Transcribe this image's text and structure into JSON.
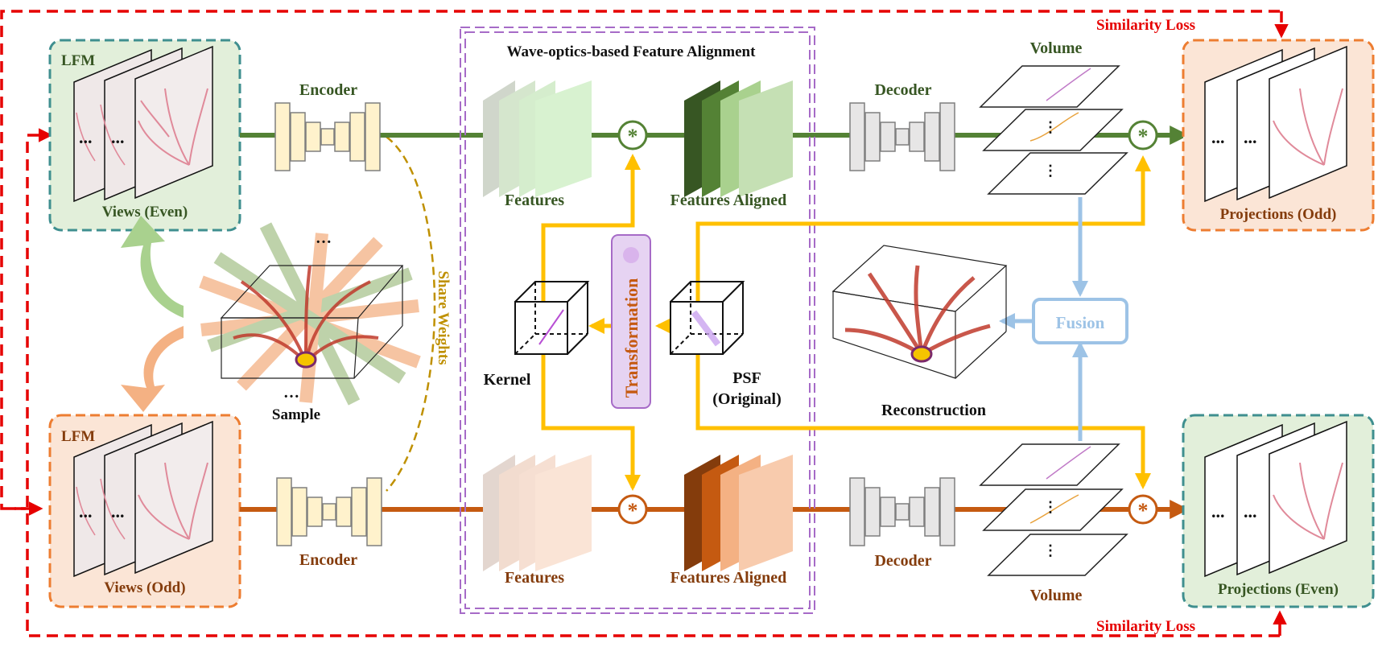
{
  "labels": {
    "similarity_loss_top": "Similarity Loss",
    "similarity_loss_bottom": "Similarity Loss",
    "lfm_top": "LFM",
    "lfm_bottom": "LFM",
    "views_even": "Views (Even)",
    "views_odd": "Views (Odd)",
    "encoder_top": "Encoder",
    "encoder_bottom": "Encoder",
    "alignment_title": "Wave-optics-based Feature Alignment",
    "features_top": "Features",
    "features_bottom": "Features",
    "features_aligned_top": "Features Aligned",
    "features_aligned_bottom": "Features Aligned",
    "decoder_top": "Decoder",
    "decoder_bottom": "Decoder",
    "volume_top": "Volume",
    "volume_bottom": "Volume",
    "projections_odd": "Projections (Odd)",
    "projections_even": "Projections (Even)",
    "share_weights": "Share Weights",
    "transformation": "Transformation",
    "kernel": "Kernel",
    "psf_line1": "PSF",
    "psf_line2": "(Original)",
    "fusion": "Fusion",
    "reconstruction": "Reconstruction",
    "sample": "Sample",
    "ellipsis": "...",
    "ellipsis_dots": "…",
    "conv_symbol": "*"
  },
  "colors": {
    "green_path": "#548235",
    "orange_path": "#c55a11",
    "loss_red": "#e60000",
    "yellow_path": "#ffc000",
    "blue_path": "#9dc3e6",
    "purple_box": "#a66bc7",
    "green_panel": "#e2efda",
    "orange_panel": "#fbe5d6",
    "teal_border": "#3f8f8f",
    "orange_border": "#ed7d31"
  }
}
